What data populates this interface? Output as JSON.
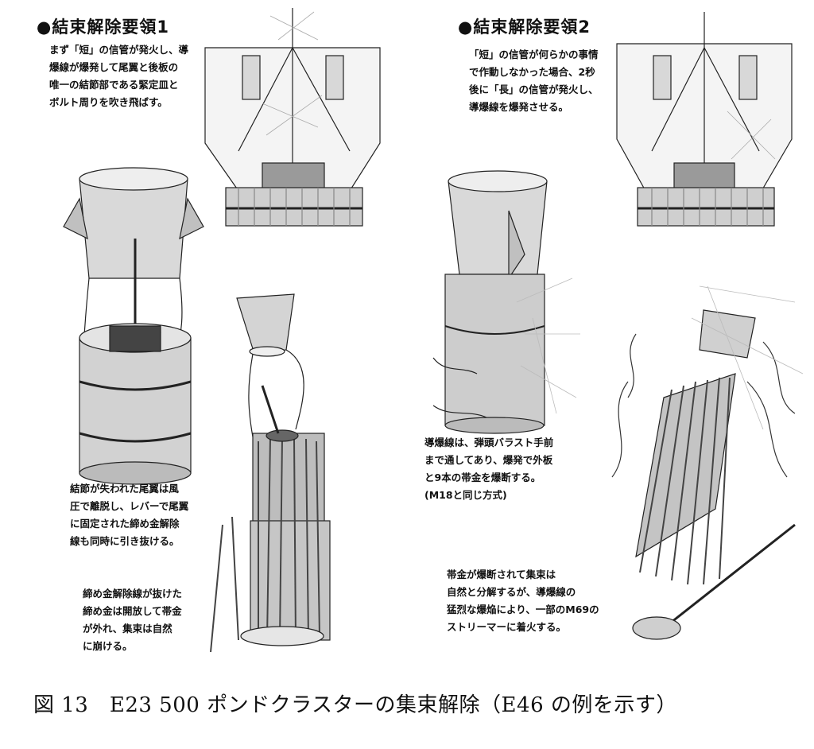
{
  "left_panel": {
    "heading": "●結束解除要領1",
    "note_top": [
      "まず「短」の信管が発火し、導",
      "爆線が爆発して尾翼と後板の",
      "唯一の結節部である緊定皿と",
      "ボルト周りを吹き飛ばす。"
    ],
    "note_middle": [
      "結節が失われた尾翼は風",
      "圧で離脱し、レバーで尾翼",
      "に固定された締め金解除",
      "線も同時に引き抜ける。"
    ],
    "note_bottom": [
      "締め金解除線が抜けた",
      "締め金は開放して帯金",
      "が外れ、集束は自然",
      "に崩ける。"
    ]
  },
  "right_panel": {
    "heading": "●結束解除要領2",
    "note_top": [
      "「短」の信管が何らかの事情",
      "で作動しなかった場合、2秒",
      "後に「長」の信管が発火し、",
      "導爆線を爆発させる。"
    ],
    "note_middle": [
      "導爆線は、弾頭バラスト手前",
      "まで通してあり、爆発で外板",
      "と9本の帯金を爆断する。",
      "(M18と同じ方式)"
    ],
    "note_bottom": [
      "帯金が爆断されて集束は",
      "自然と分解するが、導爆線の",
      "猛烈な爆焔により、一部のM69の",
      "ストリーマーに着火する。"
    ]
  },
  "caption": "図 13　E23 500 ポンドクラスターの集束解除（E46 の例を示す）",
  "colors": {
    "ink": "#111111",
    "shade": "#c9c9c9",
    "dark": "#555555"
  }
}
